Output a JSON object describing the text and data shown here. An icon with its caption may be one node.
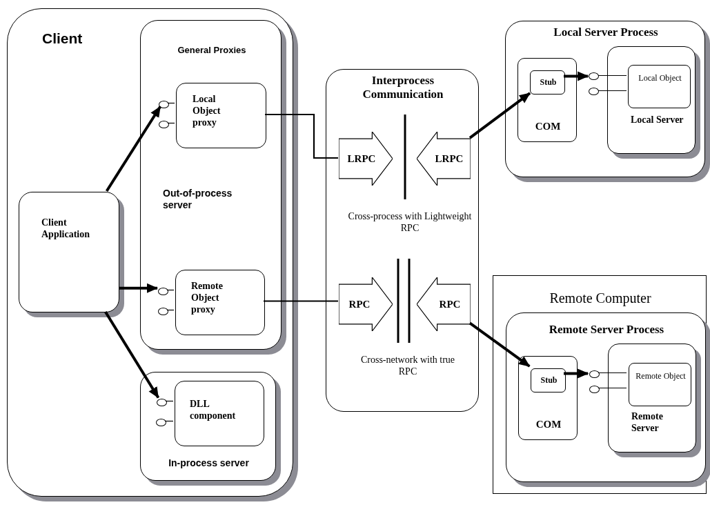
{
  "diagram": {
    "nodes": [
      {
        "text": [
          "Client"
        ]
      },
      {
        "text": [
          "General Proxies",
          "Out-of-process server"
        ],
        "in": 0
      },
      {
        "text": [],
        "shape": "circle",
        "in": 1
      },
      {
        "text": [],
        "shape": "circle",
        "in": 1
      },
      {
        "text": [
          "Local Object proxy"
        ],
        "in": 1
      },
      {
        "text": [],
        "shape": "circle",
        "in": 1
      },
      {
        "text": [],
        "shape": "circle",
        "in": 1
      },
      {
        "text": [
          "Remote Object proxy"
        ],
        "in": 1
      },
      {
        "text": [
          "In-process server"
        ],
        "in": 0
      },
      {
        "text": [],
        "shape": "circle",
        "in": 8
      },
      {
        "text": [],
        "shape": "circle",
        "in": 8
      },
      {
        "text": [
          "DLL component"
        ],
        "in": 8
      },
      {
        "text": [
          "Client Application"
        ],
        "in": 0
      },
      {
        "text": [
          "Interprocess Communication",
          "Cross-process with Lightweight RPC",
          "Cross-network with true RPC"
        ]
      },
      {
        "text": [
          "LRPC"
        ],
        "in": 13
      },
      {
        "text": [
          "LRPC"
        ],
        "in": 13
      },
      {
        "text": [
          "RPC"
        ],
        "in": 13
      },
      {
        "text": [
          "RPC"
        ],
        "in": 13
      },
      {
        "text": [
          "Local Server Process"
        ]
      },
      {
        "text": [
          "COM"
        ],
        "in": 18
      },
      {
        "text": [
          "Stub"
        ],
        "in": 19
      },
      {
        "text": [],
        "shape": "circle",
        "in": 18
      },
      {
        "text": [],
        "shape": "circle",
        "in": 18
      },
      {
        "text": [
          "Local Server"
        ],
        "in": 18
      },
      {
        "text": [
          "Local Object"
        ],
        "in": 23
      },
      {
        "text": [
          "Remote Computer"
        ]
      },
      {
        "text": [
          "Remote Server Process"
        ],
        "in": 25
      },
      {
        "text": [
          "COM"
        ],
        "in": 26
      },
      {
        "text": [
          "Stub"
        ],
        "in": 27
      },
      {
        "text": [],
        "shape": "circle",
        "in": 26
      },
      {
        "text": [],
        "shape": "circle",
        "in": 26
      },
      {
        "text": [
          "Remote Server"
        ],
        "in": 26
      },
      {
        "text": [
          "Remote Object"
        ],
        "in": 31
      }
    ],
    "edges": [
      {
        "from": 12,
        "to": 2,
        "arrow": "to",
        "style": "thick"
      },
      {
        "from": 12,
        "to": 5,
        "arrow": "to",
        "style": "thick"
      },
      {
        "from": 12,
        "to": 9,
        "arrow": "to",
        "style": "thick"
      },
      {
        "from": 2,
        "to": 4,
        "arrow": "none"
      },
      {
        "from": 3,
        "to": 4,
        "arrow": "none"
      },
      {
        "from": 5,
        "to": 7,
        "arrow": "none"
      },
      {
        "from": 6,
        "to": 7,
        "arrow": "none"
      },
      {
        "from": 9,
        "to": 11,
        "arrow": "none"
      },
      {
        "from": 10,
        "to": 11,
        "arrow": "none"
      },
      {
        "from": 4,
        "to": 14,
        "arrow": "none"
      },
      {
        "from": 7,
        "to": 16,
        "arrow": "none"
      },
      {
        "from": 15,
        "to": 20,
        "arrow": "to",
        "style": "thick"
      },
      {
        "from": 17,
        "to": 28,
        "arrow": "to",
        "style": "thick"
      },
      {
        "from": 20,
        "to": 21,
        "arrow": "to",
        "style": "thick"
      },
      {
        "from": 21,
        "to": 24,
        "arrow": "none"
      },
      {
        "from": 22,
        "to": 24,
        "arrow": "none"
      },
      {
        "from": 28,
        "to": 29,
        "arrow": "to",
        "style": "thick"
      },
      {
        "from": 29,
        "to": 32,
        "arrow": "none"
      },
      {
        "from": 30,
        "to": 32,
        "arrow": "none"
      }
    ]
  }
}
